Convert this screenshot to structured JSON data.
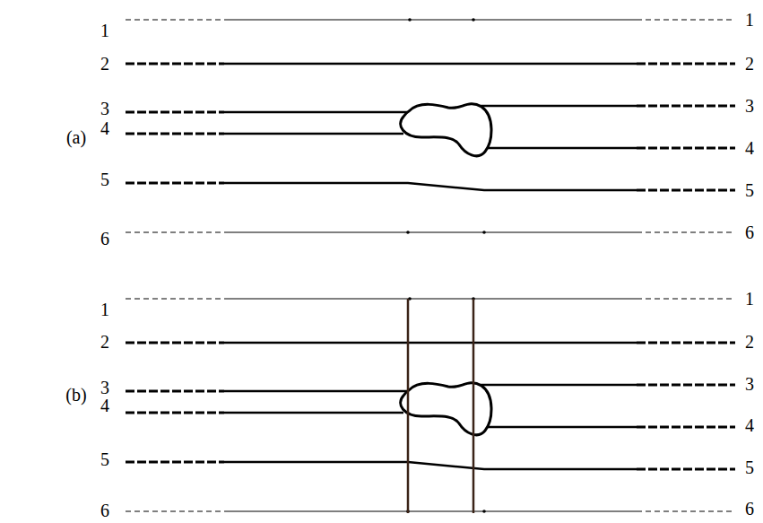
{
  "diagram": {
    "labels": [
      "(a)",
      "1",
      "2",
      "3",
      "4",
      "5",
      "6",
      "1",
      "2",
      "3",
      "4",
      "5",
      "6",
      "(b)",
      "1",
      "2",
      "3",
      "4",
      "5",
      "6",
      "1",
      "2",
      "3",
      "4",
      "5",
      "6"
    ]
  }
}
